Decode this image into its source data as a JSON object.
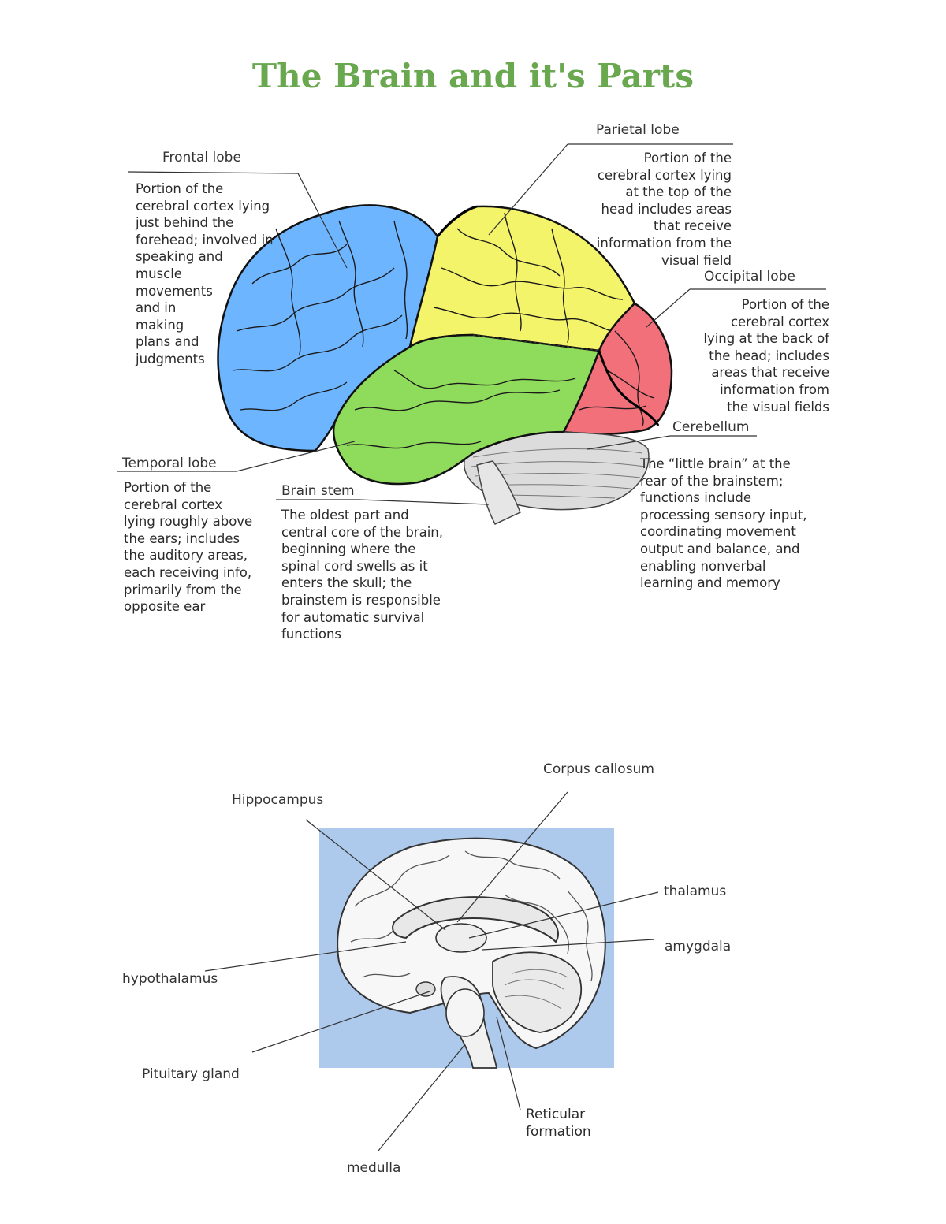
{
  "title": "The Brain and it's Parts",
  "colors": {
    "title": "#6aa84f",
    "frontal": "#6eb5ff",
    "parietal": "#f4f46a",
    "temporal": "#8fdc5c",
    "occipital": "#f2707a",
    "cerebellum": "#dcdcdc",
    "sagittal_bg": "#adc9eb"
  },
  "lobes": {
    "frontal": {
      "label": "Frontal lobe",
      "description": "Portion of the\ncerebral cortex lying\njust behind the\nforehead; involved in\nspeaking and\nmuscle\nmovements\nand in\nmaking\nplans and\n judgments"
    },
    "parietal": {
      "label": "Parietal lobe",
      "description": "Portion of the\ncerebral cortex lying\nat the top of the\nhead includes areas\nthat receive\ninformation from the\nvisual field"
    },
    "occipital": {
      "label": "Occipital lobe",
      "description": "Portion of the\ncerebral cortex\nlying at the back of\nthe head; includes\nareas that receive\ninformation from\nthe visual fields"
    },
    "temporal": {
      "label": "Temporal lobe",
      "description": "Portion of the\ncerebral cortex\nlying roughly above\nthe ears; includes\nthe auditory areas,\neach receiving info,\nprimarily from the\nopposite ear"
    },
    "brainstem": {
      "label": "Brain stem",
      "description": "The oldest part and\ncentral core of the brain,\nbeginning where the\nspinal cord swells as it\nenters the skull; the\nbrainstem is responsible\nfor automatic survival\nfunctions"
    },
    "cerebellum": {
      "label": "Cerebellum",
      "description": "The “little brain” at the\nrear of the brainstem;\nfunctions include\nprocessing sensory input,\ncoordinating movement\noutput and balance, and\nenabling nonverbal\nlearning and memory"
    }
  },
  "sagittal_labels": {
    "corpus_callosum": "Corpus callosum",
    "hippocampus": "Hippocampus",
    "thalamus": "thalamus",
    "amygdala": "amygdala",
    "hypothalamus": "hypothalamus",
    "pituitary": "Pituitary gland",
    "reticular": "Reticular\nformation",
    "medulla": "medulla"
  }
}
